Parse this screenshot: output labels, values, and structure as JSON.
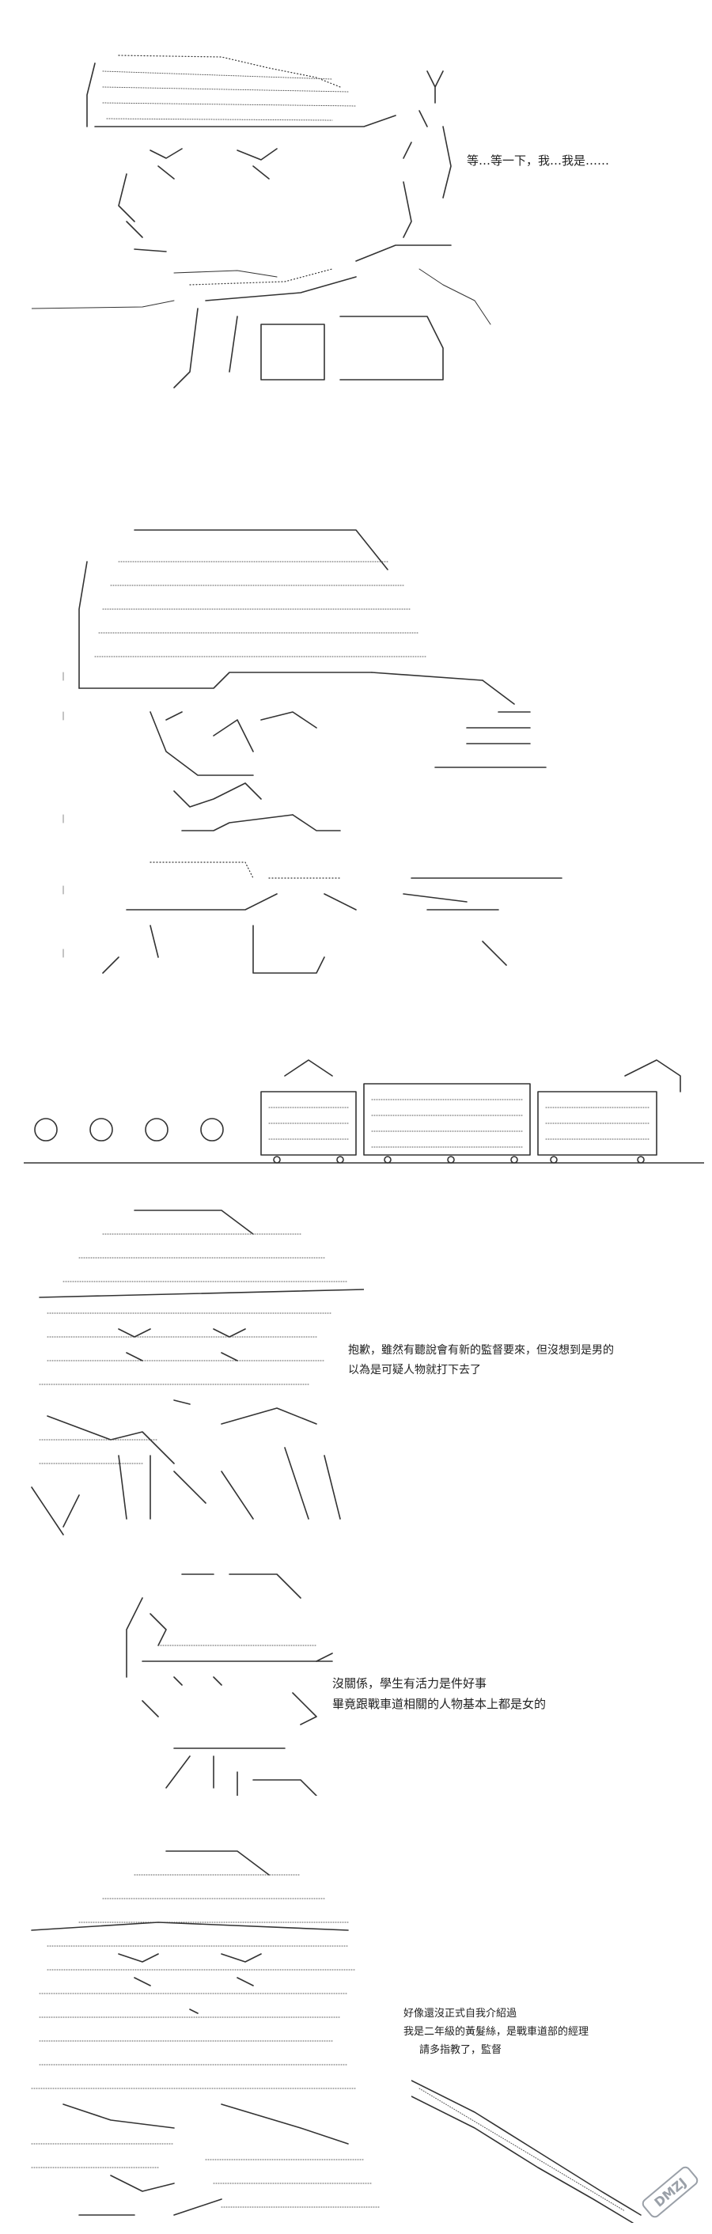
{
  "panels": [
    {
      "id": "panel-1",
      "lines": [
        "等…等一下，我…我是……"
      ]
    },
    {
      "id": "panel-2",
      "lines": []
    },
    {
      "id": "panel-3",
      "lines": []
    },
    {
      "id": "panel-4",
      "lines": [
        "抱歉，雖然有聽說會有新的監督要來，但沒想到是男的",
        "以為是可疑人物就打下去了"
      ]
    },
    {
      "id": "panel-5",
      "lines": [
        "沒關係，學生有活力是件好事",
        "畢竟跟戰車道相關的人物基本上都是女的"
      ]
    },
    {
      "id": "panel-6",
      "lines": [
        "好像還沒正式自我介紹過",
        "我是二年級的黃髮絲，是戰車道部的經理",
        "請多指教了，監督"
      ]
    }
  ],
  "watermark": {
    "text": "DMZJ",
    "color": "#9aa0a8"
  }
}
